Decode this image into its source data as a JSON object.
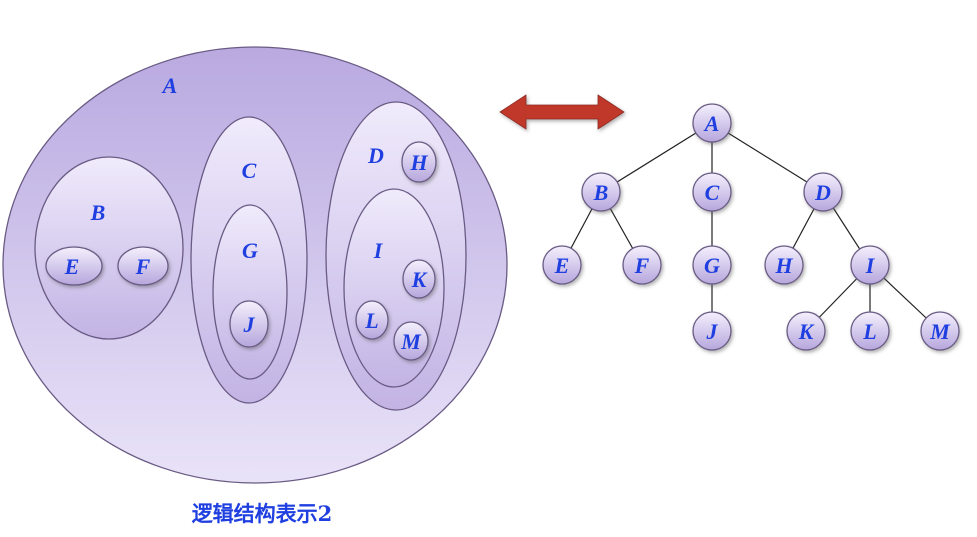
{
  "colors": {
    "label": "#1f3fe0",
    "fill_light": "#ece6fb",
    "fill_dark": "#b7a7de",
    "outline": "#6a5b84",
    "arrow": "#c0392b"
  },
  "caption": "逻辑结构表示2",
  "venn": {
    "A": "A",
    "B": "B",
    "C": "C",
    "D": "D",
    "E": "E",
    "F": "F",
    "G": "G",
    "H": "H",
    "I": "I",
    "J": "J",
    "K": "K",
    "L": "L",
    "M": "M"
  },
  "tree": {
    "A": "A",
    "B": "B",
    "C": "C",
    "D": "D",
    "E": "E",
    "F": "F",
    "G": "G",
    "H": "H",
    "I": "I",
    "J": "J",
    "K": "K",
    "L": "L",
    "M": "M"
  },
  "arrow_icon": "double-headed-arrow-icon"
}
